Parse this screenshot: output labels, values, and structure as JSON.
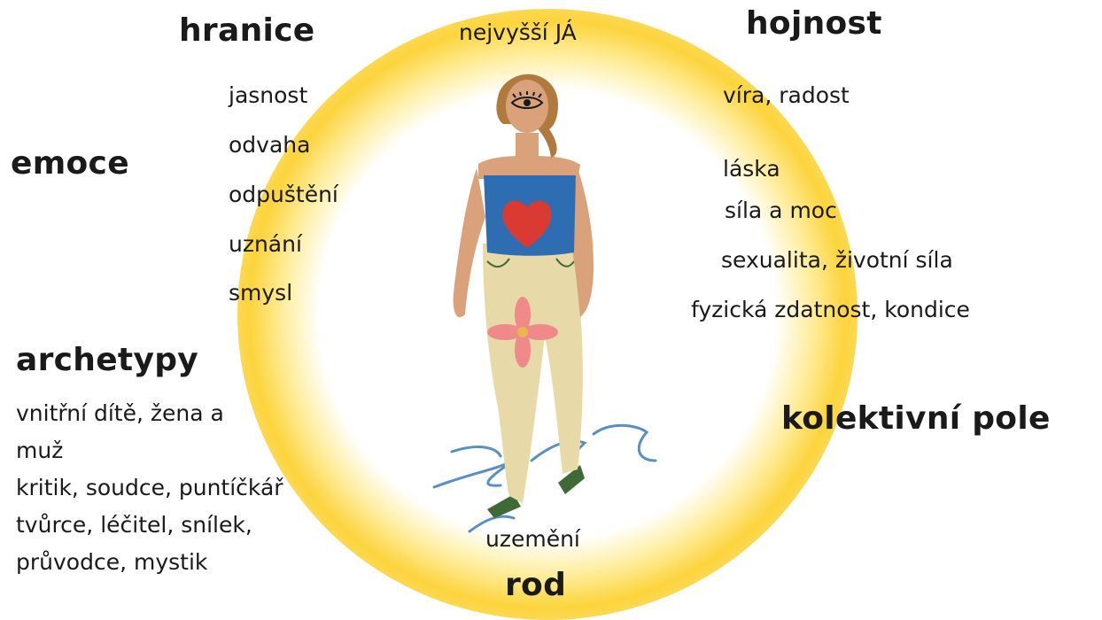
{
  "top": {
    "self": "nejvyšší JÁ"
  },
  "left": {
    "heading_boundaries": "hranice",
    "boundaries_items": [
      "jasnost",
      "odvaha",
      "odpuštění",
      "uznání",
      "smysl"
    ],
    "heading_emotions": "emoce",
    "heading_archetypes": "archetypy",
    "archetype_lines": [
      "vnitřní dítě, žena a",
      "muž",
      "kritik, soudce, puntíčkář",
      "tvůrce, léčitel, snílek,",
      "průvodce, mystik"
    ]
  },
  "right": {
    "heading_abundance": "hojnost",
    "items": [
      "víra, radost",
      "láska",
      "síla a moc",
      "sexualita, životní síla",
      "fyzická zdatnost, kondice"
    ],
    "heading_collective": "kolektivní pole"
  },
  "bottom": {
    "grounding": "uzemění",
    "heading_lineage": "rod"
  },
  "colors": {
    "glow": "#fcd43c",
    "heart": "#d93a32",
    "top_garment": "#2f6db3",
    "trousers": "#e8d9a8",
    "skin": "#d9a27a",
    "hair": "#b07a3e",
    "flower": "#f08a8a",
    "water": "#5a8fc4",
    "shoes": "#3f6a35"
  }
}
